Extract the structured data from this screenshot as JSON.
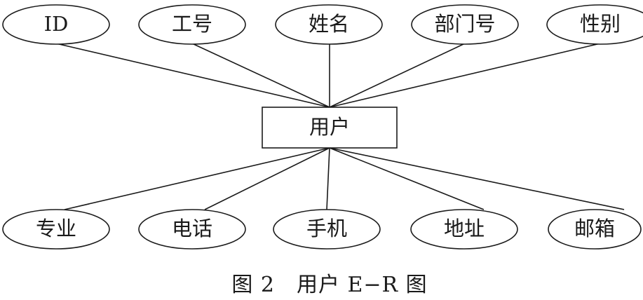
{
  "entity": {
    "label": "用户"
  },
  "attributes_top": [
    {
      "label": "ID"
    },
    {
      "label": "工号"
    },
    {
      "label": "姓名"
    },
    {
      "label": "部门号"
    },
    {
      "label": "性别"
    }
  ],
  "attributes_bottom": [
    {
      "label": "专业"
    },
    {
      "label": "电话"
    },
    {
      "label": "手机"
    },
    {
      "label": "地址"
    },
    {
      "label": "邮箱"
    }
  ],
  "caption": "图 2　用户 E−R 图"
}
